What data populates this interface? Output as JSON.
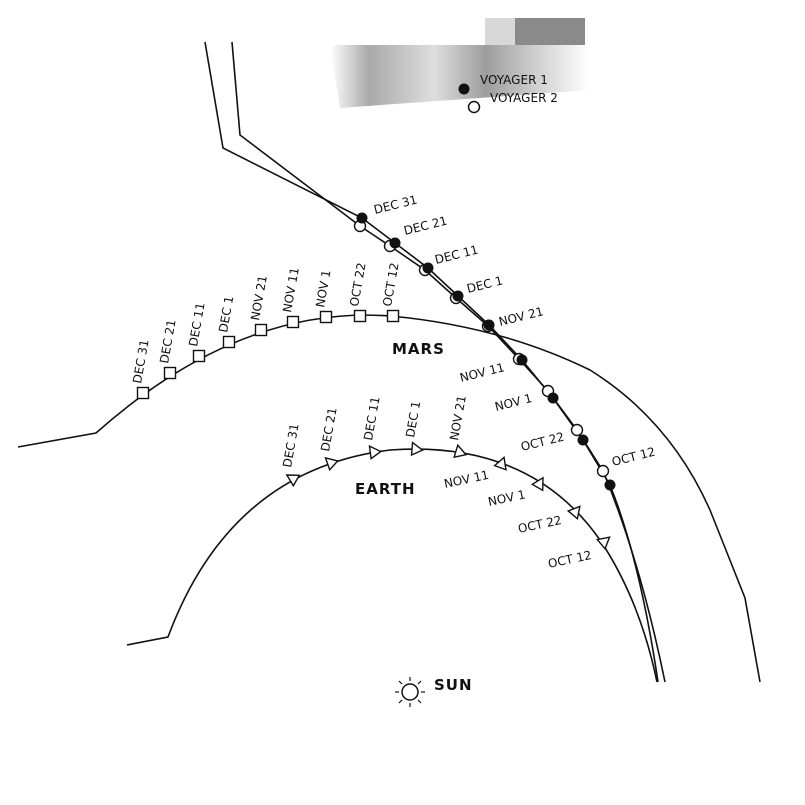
{
  "legend": {
    "voyager1": "VOYAGER 1",
    "voyager2": "VOYAGER 2"
  },
  "planets": {
    "mars": "MARS",
    "earth": "EARTH",
    "sun": "SUN"
  },
  "mars_dates": [
    "DEC 31",
    "DEC 21",
    "DEC 11",
    "DEC 1",
    "NOV 21",
    "NOV 11",
    "NOV 1",
    "OCT 22",
    "OCT 12"
  ],
  "earth_dates_top": [
    "DEC 31",
    "DEC 21",
    "DEC 11",
    "DEC 1",
    "NOV 21"
  ],
  "earth_dates_side": [
    "NOV 11",
    "NOV 1",
    "OCT 22",
    "OCT 12"
  ],
  "voyager_dates_upper": [
    "DEC 31",
    "DEC 21",
    "DEC 11",
    "DEC 1",
    "NOV 21"
  ],
  "voyager_dates_lower": [
    "NOV 11",
    "NOV 1",
    "OCT 22",
    "OCT 12"
  ],
  "colors": {
    "ink": "#111111",
    "background": "#ffffff"
  }
}
